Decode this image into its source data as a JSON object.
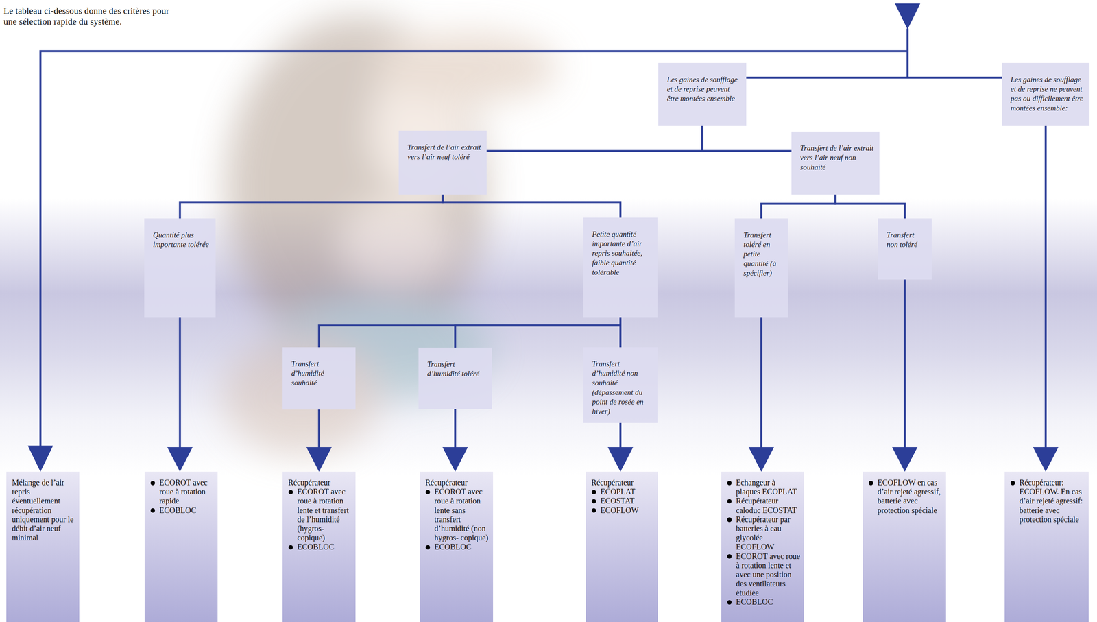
{
  "diagram": {
    "nodes": [
      {
        "text": [
          "Les gaines de soufflage et de reprise peuvent être montées ensemble"
        ]
      },
      {
        "text": [
          "Les gaines de soufflage et de reprise ne peuvent pas ou difficilement être montées ensemble:"
        ]
      },
      {
        "text": [
          "Transfert de l’air extrait vers l’air neuf toléré"
        ]
      },
      {
        "text": [
          "Transfert de l’air extrait vers l’air neuf non souhaité"
        ]
      },
      {
        "text": [
          "Quantité plus importante tolérée"
        ]
      },
      {
        "text": [
          "Petite quantité importante d’air repris souhaitée, faible quantité tolérable"
        ]
      },
      {
        "text": [
          "Transfert toléré en petite quantité (à spécifier)"
        ]
      },
      {
        "text": [
          "Transfert non toléré"
        ]
      },
      {
        "text": [
          "Transfert d’humidité souhaité"
        ]
      },
      {
        "text": [
          "Transfert d’humidité toléré"
        ]
      },
      {
        "text": [
          "Transfert d’humidité non souhaité (dépassement du point de rosée en hiver)"
        ]
      },
      {
        "text": [
          "Mélange de l’air repris éventuellement récupération uniquement pour le débit d’air neuf minimal"
        ]
      },
      {
        "text": [
          "ECOROT avec roue à rotation rapide",
          "ECOBLOC"
        ]
      },
      {
        "text": [
          "Récupérateur",
          "ECOROT avec roue à rotation lente et transfert de l’humidité (hygros- copique)",
          "ECOBLOC"
        ]
      },
      {
        "text": [
          "Récupérateur",
          "ECOROT avec roue à rotation lente sans transfert d’humidité (non hygros- copique)",
          "ECOBLOC"
        ]
      },
      {
        "text": [
          "Récupérateur",
          "ECOPLAT",
          "ECOSTAT",
          "ECOFLOW"
        ]
      },
      {
        "text": [
          "Echangeur à plaques ECOPLAT",
          "Récupérateur caloduc ECOSTAT",
          "Récupérateur par batteries à eau glycolée ECOFLOW",
          "ECOROT avec roue à rotation lente et avec une position des ventilateurs étudiée",
          "ECOBLOC"
        ]
      },
      {
        "text": [
          "ECOFLOW en cas d’air rejeté agressif, batterie avec protection spéciale"
        ]
      },
      {
        "text": [
          "Récupérateur: ECOFLOW. En cas d’air rejeté agressif: batterie avec protection spéciale"
        ]
      }
    ],
    "edges": [
      {
        "from": 0,
        "to": 2,
        "arrow": "none"
      },
      {
        "from": 0,
        "to": 3,
        "arrow": "none"
      },
      {
        "from": 2,
        "to": 4,
        "arrow": "none"
      },
      {
        "from": 2,
        "to": 5,
        "arrow": "none"
      },
      {
        "from": 3,
        "to": 6,
        "arrow": "none"
      },
      {
        "from": 3,
        "to": 7,
        "arrow": "none"
      },
      {
        "from": 5,
        "to": 8,
        "arrow": "none"
      },
      {
        "from": 5,
        "to": 9,
        "arrow": "none"
      },
      {
        "from": 5,
        "to": 10,
        "arrow": "none"
      },
      {
        "from": 4,
        "to": 12,
        "arrow": "to"
      },
      {
        "from": 8,
        "to": 13,
        "arrow": "to"
      },
      {
        "from": 9,
        "to": 14,
        "arrow": "to"
      },
      {
        "from": 10,
        "to": 15,
        "arrow": "to"
      },
      {
        "from": 6,
        "to": 16,
        "arrow": "to"
      },
      {
        "from": 7,
        "to": 17,
        "arrow": "to"
      },
      {
        "from": 1,
        "to": 18,
        "arrow": "to"
      }
    ],
    "labels": [
      "Le tableau ci-dessous donne des critères pour une sélection rapide du système."
    ]
  }
}
